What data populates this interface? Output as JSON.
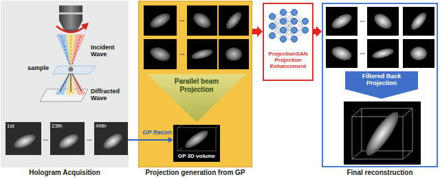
{
  "diagram": {
    "nodes": [
      {
        "text": [
          "Hologram Acquisition"
        ]
      },
      {
        "text": [
          "1st",
          "23th",
          "49th"
        ],
        "in": 0
      },
      {
        "text": [
          "Projection generation from GP"
        ]
      },
      {
        "text": [
          "Parallel beam Projection"
        ],
        "in": 2
      },
      {
        "text": [
          "GP 3D volume"
        ],
        "in": 2
      },
      {
        "text": [
          "ProjectionGAN Projection Enhancement"
        ]
      },
      {
        "text": [
          "Final reconstruction"
        ]
      },
      {
        "text": [
          "Filtered Back Projection"
        ],
        "in": 6
      }
    ],
    "edges": [
      {
        "from": 1,
        "to": 4,
        "label": "GP Recon",
        "arrow": "to"
      },
      {
        "from": 2,
        "to": 5,
        "arrow": "to"
      },
      {
        "from": 5,
        "to": 6,
        "arrow": "to"
      }
    ],
    "labels": [
      "Incident Wave",
      "sample",
      "Diffracted Wave",
      "...",
      "...",
      "...",
      "...",
      "...",
      "..."
    ]
  }
}
